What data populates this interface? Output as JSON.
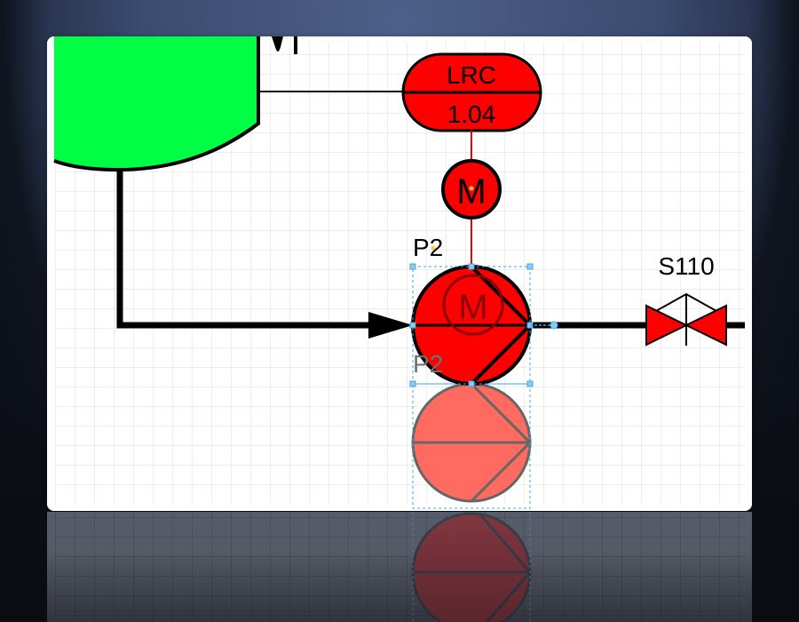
{
  "diagram": {
    "controller": {
      "tag": "LRC",
      "value": "1.04",
      "fill": "#ff0000"
    },
    "motor": {
      "symbol": "M",
      "fill": "#ff0000"
    },
    "pump": {
      "label": "P2",
      "ghost_label": "P2",
      "motor_symbol": "M",
      "fill": "#ff0000",
      "ghost_fill": "#ff6b60",
      "selected": true
    },
    "valve": {
      "label": "S110",
      "fill": "#ff0000"
    },
    "tank": {
      "fill": "#00ff44"
    },
    "colors": {
      "grid": "#dcdcdc",
      "selection": "#3fa9e0",
      "signal_line": "#e00000",
      "pipe": "#000000"
    }
  }
}
